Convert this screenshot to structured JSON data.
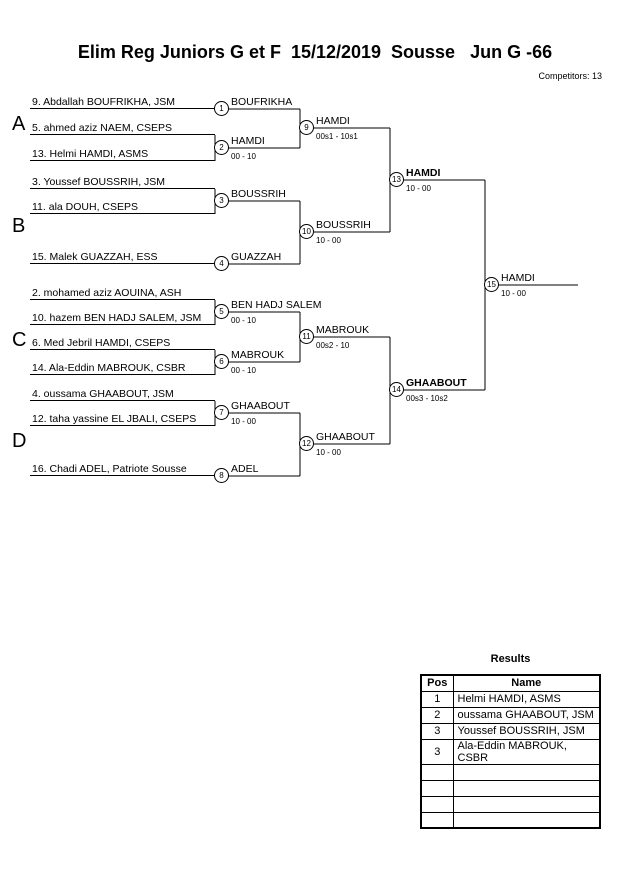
{
  "header": {
    "title": "Elim Reg Juniors G et F  15/12/2019  Sousse   Jun G -66",
    "competitors_count": "Competitors: 13"
  },
  "pools": [
    "A",
    "B",
    "C",
    "D"
  ],
  "competitors": [
    "9. Abdallah BOUFRIKHA, JSM",
    "5. ahmed aziz NAEM, CSEPS",
    "13. Helmi HAMDI, ASMS",
    "3. Youssef BOUSSRIH, JSM",
    "11. ala DOUH, CSEPS",
    "15. Malek GUAZZAH, ESS",
    "2. mohamed aziz AOUINA, ASH",
    "10. hazem BEN HADJ SALEM, JSM",
    "6. Med Jebril HAMDI, CSEPS",
    "14. Ala-Eddin MABROUK, CSBR",
    "4. oussama GHAABOUT, JSM",
    "12. taha yassine EL JBALI, CSEPS",
    "16. Chadi ADEL, Patriote Sousse"
  ],
  "matches": [
    {
      "num": "1",
      "winner": "BOUFRIKHA",
      "score": ""
    },
    {
      "num": "2",
      "winner": "HAMDI",
      "score": "00 - 10"
    },
    {
      "num": "3",
      "winner": "BOUSSRIH",
      "score": ""
    },
    {
      "num": "4",
      "winner": "GUAZZAH",
      "score": ""
    },
    {
      "num": "5",
      "winner": "BEN HADJ SALEM",
      "score": "00 - 10"
    },
    {
      "num": "6",
      "winner": "MABROUK",
      "score": "00 - 10"
    },
    {
      "num": "7",
      "winner": "GHAABOUT",
      "score": "10 - 00"
    },
    {
      "num": "8",
      "winner": "ADEL",
      "score": ""
    },
    {
      "num": "9",
      "winner": "HAMDI",
      "score": "00s1 - 10s1"
    },
    {
      "num": "10",
      "winner": "BOUSSRIH",
      "score": "10 - 00"
    },
    {
      "num": "11",
      "winner": "MABROUK",
      "score": "00s2 - 10"
    },
    {
      "num": "12",
      "winner": "GHAABOUT",
      "score": "10 - 00"
    },
    {
      "num": "13",
      "winner": "HAMDI",
      "score": "10 - 00"
    },
    {
      "num": "14",
      "winner": "GHAABOUT",
      "score": "00s3 - 10s2"
    },
    {
      "num": "15",
      "winner": "HAMDI",
      "score": "10 - 00"
    }
  ],
  "results": {
    "title": "Results",
    "columns": [
      "Pos",
      "Name"
    ],
    "rows": [
      [
        "1",
        "Helmi HAMDI, ASMS"
      ],
      [
        "2",
        "oussama GHAABOUT, JSM"
      ],
      [
        "3",
        "Youssef BOUSSRIH, JSM"
      ],
      [
        "3",
        "Ala-Eddin MABROUK, CSBR"
      ],
      [
        "",
        ""
      ],
      [
        "",
        ""
      ],
      [
        "",
        ""
      ],
      [
        "",
        ""
      ]
    ]
  }
}
